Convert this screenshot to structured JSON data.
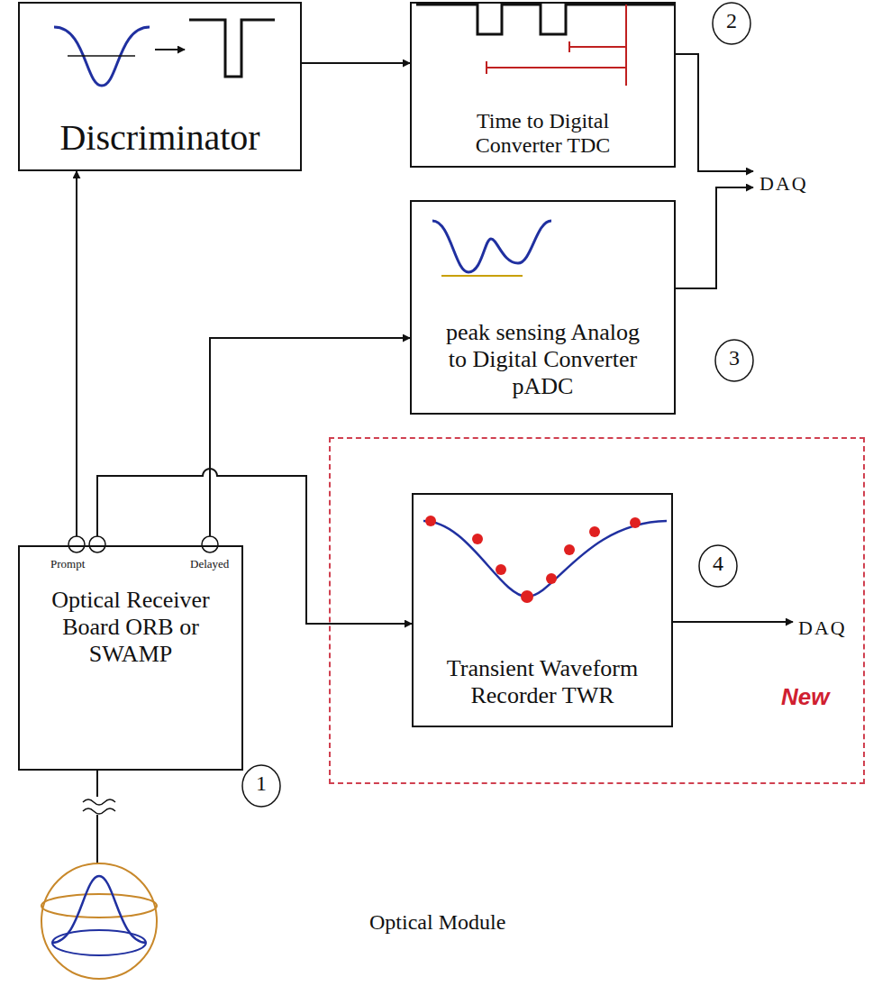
{
  "diagram": {
    "nodes": [
      {
        "text": [
          "Discriminator"
        ]
      },
      {
        "text": [
          "Time to Digital Converter TDC"
        ]
      },
      {
        "text": [
          "peak sensing Analog to Digital Converter pADC"
        ]
      },
      {
        "text": [
          "New"
        ]
      },
      {
        "text": [
          "Transient Waveform Recorder TWR"
        ],
        "in": 3
      },
      {
        "text": [
          "Prompt",
          "Delayed",
          "Optical Receiver Board ORB or SWAMP"
        ]
      },
      {
        "text": [
          "Optical Module"
        ]
      }
    ],
    "edges": [
      {
        "from": 5,
        "to": 0,
        "arrow": "to"
      },
      {
        "from": 0,
        "to": 1,
        "arrow": "to"
      },
      {
        "from": 5,
        "to": 2,
        "arrow": "to"
      },
      {
        "from": 5,
        "to": 4,
        "arrow": "to"
      },
      {
        "from": 5,
        "to": 6,
        "arrow": "none"
      }
    ],
    "labels": [
      "2",
      "DAQ",
      "3",
      "4",
      "DAQ",
      "1"
    ]
  }
}
